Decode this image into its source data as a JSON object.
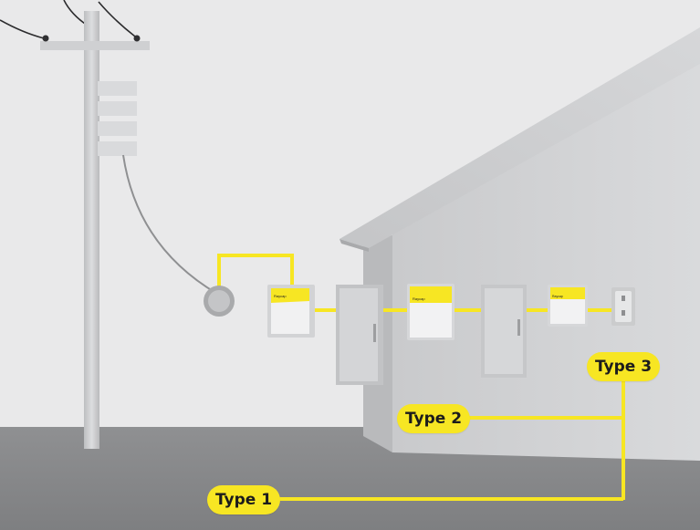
{
  "labels": {
    "type1": "Type 1",
    "type2": "Type 2",
    "type3": "Type 3"
  },
  "brand_text": "Raycap",
  "colors": {
    "accent_yellow": "#f7e623",
    "background": "#e9e9ea",
    "ground": "#8b8c8e",
    "wall": "#d0d1d3",
    "roof": "#bfc0c2"
  }
}
